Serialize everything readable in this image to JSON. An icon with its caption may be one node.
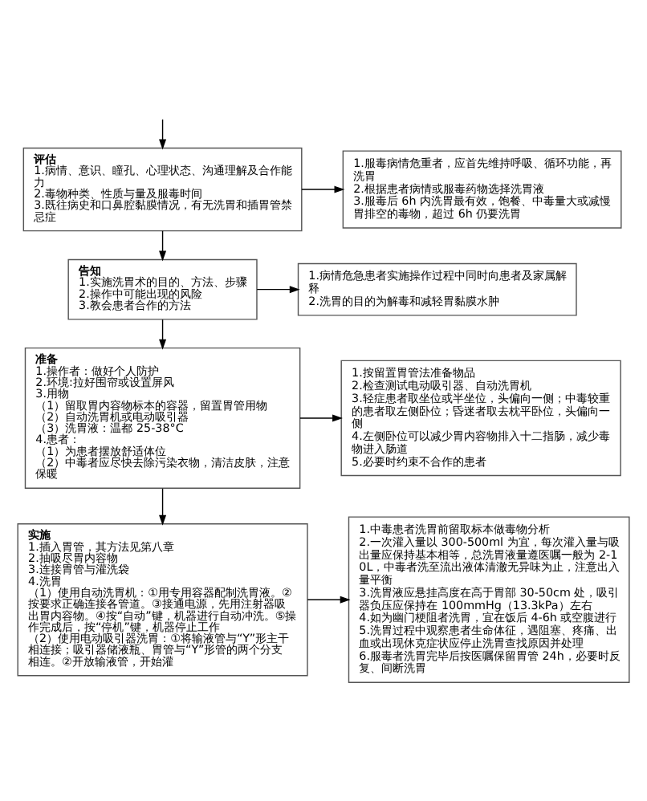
{
  "diagram": {
    "nodes": [
      {
        "text": [
          "评估",
          "1.病情、意识、瞳孔、心理状态、沟通理解及合作能力",
          "2.毒物种类、性质与量及服毒时间",
          "3.既往病史和口鼻腔黏膜情况，有无洗胃和插胃管禁忌症"
        ]
      },
      {
        "text": [
          "1.服毒病情危重者，应首先维持呼吸、循环功能，再洗胃",
          "2.根据患者病情或服毒药物选择洗胃液",
          "3.服毒后 6h 内洗胃最有效，饱餐、中毒量大或减慢胃排空的毒物，超过 6h 仍要洗胃"
        ]
      },
      {
        "text": [
          "告知",
          "1.实施洗胃术的目的、方法、步骤",
          "2.操作中可能出现的风险",
          "3.教会患者合作的方法"
        ]
      },
      {
        "text": [
          "1.病情危急患者实施操作过程中同时向患者及家属解释",
          "2.洗胃的目的为解毒和减轻胃黏膜水肿"
        ]
      },
      {
        "text": [
          "准备",
          "1.操作者：做好个人防护",
          "2.环境:拉好围帘或设置屏风",
          "3.用物",
          "（1）留取胃内容物标本的容器，留置胃管用物",
          "（2）自动洗胃机或电动吸引器",
          "（3）洗胃液：温都 25-38°C",
          "4.患者：",
          "（1）为患者摆放舒适体位",
          "（2）中毒者应尽快去除污染衣物，清洁皮肤，注意保暖"
        ]
      },
      {
        "text": [
          "1.按留置胃管法准备物品",
          "2.检查测试电动吸引器、自动洗胃机",
          "3.轻症患者取坐位或半坐位，头偏向一侧；中毒较重的患者取左侧卧位；昏迷者取去枕平卧位，头偏向一侧",
          "4.左侧卧位可以减少胃内容物排入十二指肠，减少毒物进入肠道",
          "5.必要时约束不合作的患者"
        ]
      },
      {
        "text": [
          "实施",
          "1.插入胃管，其方法见第八章",
          "2.抽吸尽胃内容物",
          "3.连接胃管与灌洗袋",
          "4.洗胃",
          "（1）使用自动洗胃机：①用专用容器配制洗胃液。②按要求正确连接各管道。③接通电源，先用注射器吸出胃内容物。④按“自动”键，机器进行自动冲洗。⑤操作完成后，按“停机”键，机器停止工作",
          "（2）使用电动吸引器洗胃：①将输液管与“Y”形主干相连接；吸引器储液瓶、胃管与“Y”形管的两个分支相连。②开放输液管，开始灌"
        ]
      },
      {
        "text": [
          "1.中毒患者洗胃前留取标本做毒物分析",
          "2.一次灌入量以 300-500ml 为宜，每次灌入量与吸出量应保持基本相等，总洗胃液量遵医嘱一般为 2-10L，中毒者洗至流出液体清澈无异味为止，注意出入量平衡",
          "3.洗胃液应悬挂高度在高于胃部 30-50cm 处，吸引器负压应保持在 100mmHg（13.3kPa）左右",
          "4.如为幽门梗阻者洗胃，宜在饭后 4-6h 或空腹进行",
          "5.洗胃过程中观察患者生命体征，遇阻塞、疼痛、出血或出现休克症状应停止洗胃查找原因并处理",
          "6.服毒者洗胃完毕后按医嘱保留胃管 24h，必要时反复、间断洗胃"
        ]
      }
    ],
    "edges": [
      {
        "from": null,
        "to": 0,
        "arrow": "to"
      },
      {
        "from": 0,
        "to": 1,
        "arrow": "to"
      },
      {
        "from": 0,
        "to": 2,
        "arrow": "to"
      },
      {
        "from": 2,
        "to": 3,
        "arrow": "to"
      },
      {
        "from": 2,
        "to": 4,
        "arrow": "to"
      },
      {
        "from": 4,
        "to": 5,
        "arrow": "to"
      },
      {
        "from": 4,
        "to": 6,
        "arrow": "to"
      },
      {
        "from": 6,
        "to": 7,
        "arrow": "to"
      }
    ]
  }
}
